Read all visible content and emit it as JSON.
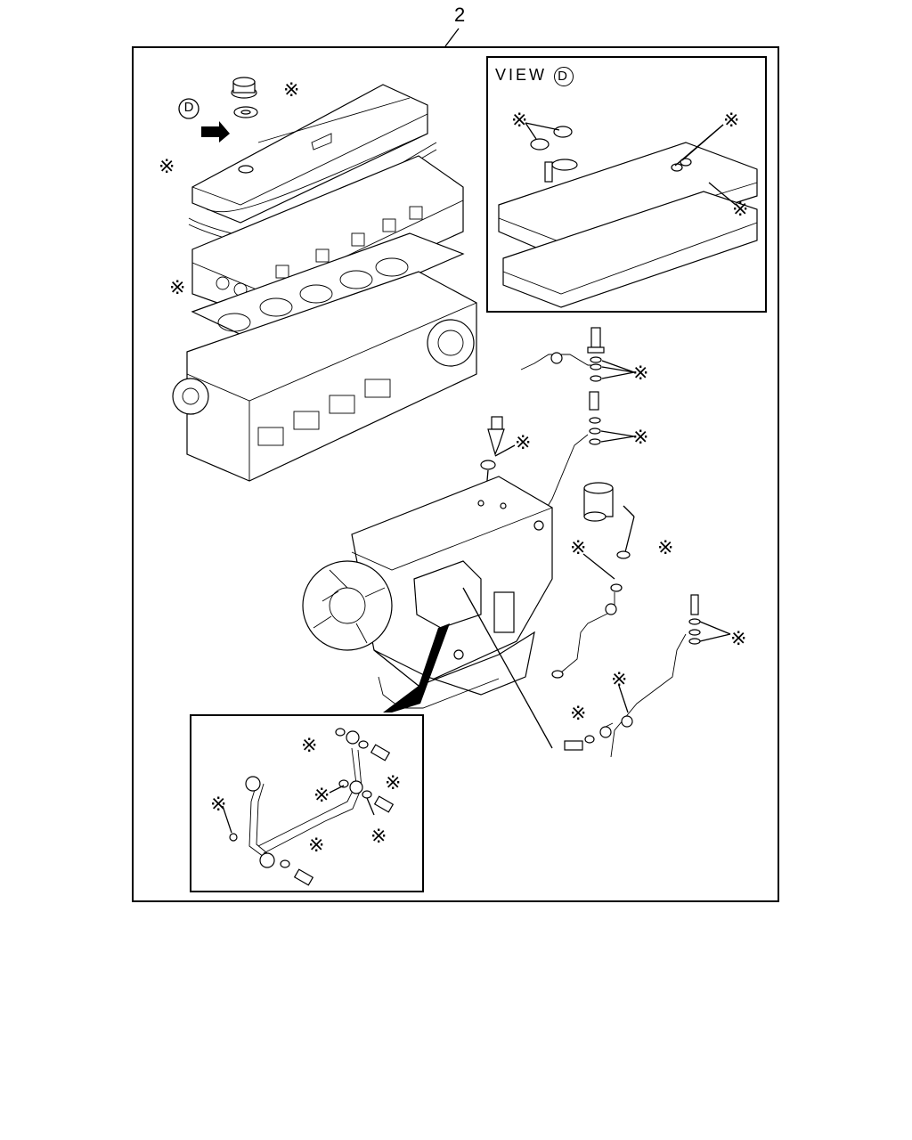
{
  "diagram": {
    "item_number": "2",
    "view_label": "VIEW",
    "view_letter": "D",
    "arrow_letter": "D",
    "kit_mark": "※"
  }
}
